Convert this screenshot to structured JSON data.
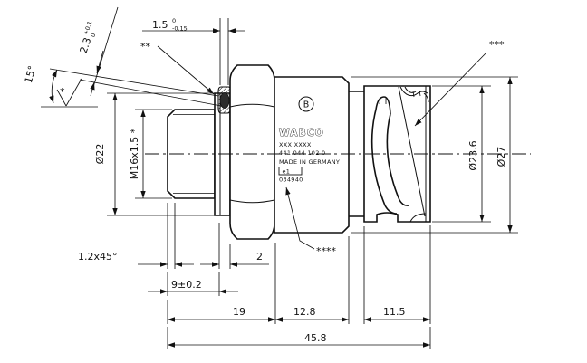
{
  "drawing": {
    "part_label": {
      "view_marker": "B",
      "brand": "WABCO",
      "placeholder_line": "XXX  XXXX",
      "part_number": "441 044 102 0",
      "origin": "MADE IN GERMANY",
      "approval": "e1",
      "code": "034940"
    },
    "dimensions": {
      "cone_offset_value": "2.3",
      "cone_offset_tol_upper": "+0.1",
      "cone_offset_tol_lower": "0",
      "cone_angle": "15°",
      "seal_width_value": "1.5",
      "seal_width_tol_upper": "0",
      "seal_width_tol_lower": "-0.15",
      "flange_od": "Ø22",
      "thread": "M16x1.5 *",
      "chamfer": "1.2x45°",
      "flange_thickness": "2",
      "thread_length": "9±0.2",
      "length_thread_section": "19",
      "length_body_section": "12.8",
      "length_connector_section": "11.5",
      "length_total": "45.8",
      "connector_od": "Ø23.6",
      "body_od": "Ø27"
    },
    "notes": {
      "star": "*",
      "star2": "**",
      "star3": "***",
      "star4": "****"
    }
  }
}
